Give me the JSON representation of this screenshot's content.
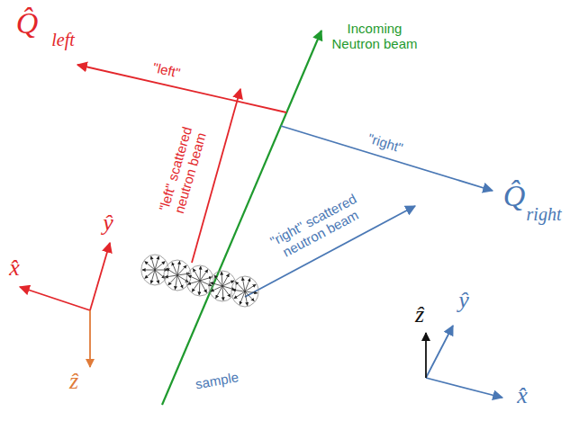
{
  "diagram": {
    "labels": [
      "Q̂",
      "left",
      "\"left\"",
      "Incoming Neutron beam",
      "\"left\" scattered neutron beam",
      "\"right\"",
      "Q̂",
      "right",
      "\"right\" scattered neutron beam",
      "sample",
      "x̂",
      "ŷ",
      "ẑ",
      "ẑ",
      "ŷ",
      "x̂"
    ]
  }
}
